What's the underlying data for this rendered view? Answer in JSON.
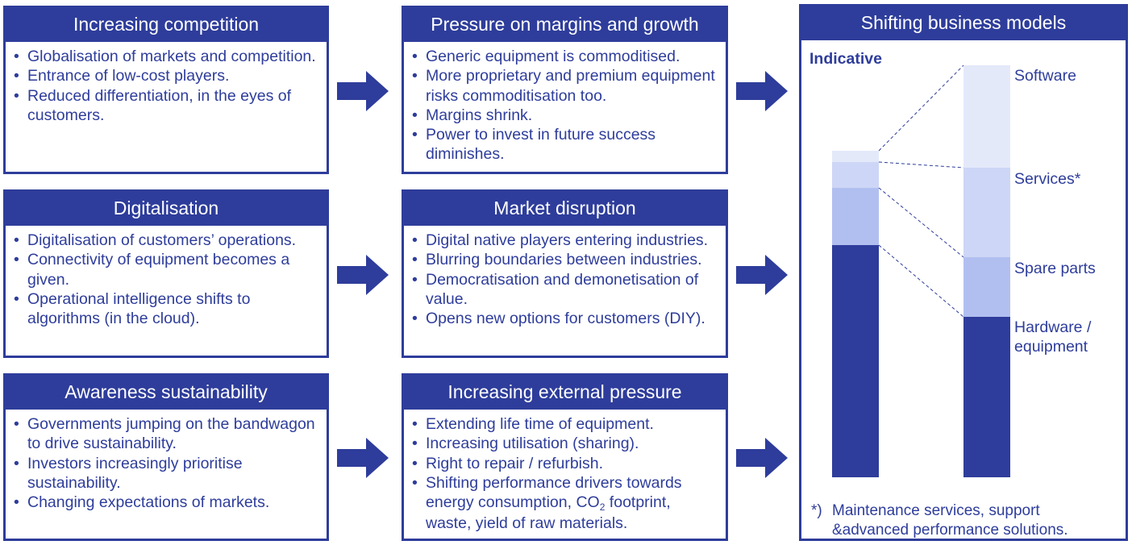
{
  "boxes": {
    "b1": {
      "title": "Increasing competition",
      "bullets": [
        "Globalisation of markets and competition.",
        "Entrance of low-cost players.",
        "Reduced differentiation, in the eyes of customers."
      ]
    },
    "b2": {
      "title": "Digitalisation",
      "bullets": [
        "Digitalisation of customers’ operations.",
        "Connectivity of equipment becomes a given.",
        "Operational intelligence shifts to algorithms (in the cloud)."
      ]
    },
    "b3": {
      "title": "Awareness sustainability",
      "bullets": [
        "Governments jumping on the bandwagon to drive sustainability.",
        "Investors increasingly prioritise sustainability.",
        "Changing expectations of markets."
      ]
    },
    "b4": {
      "title": "Pressure on margins and growth",
      "bullets": [
        "Generic equipment is commoditised.",
        "More proprietary and premium equipment risks commoditisation too.",
        "Margins shrink.",
        "Power to invest in future success diminishes."
      ]
    },
    "b5": {
      "title": "Market disruption",
      "bullets": [
        "Digital native players entering industries.",
        "Blurring boundaries between industries.",
        "Democratisation and demonetisation of value.",
        "Opens new options for customers (DIY)."
      ]
    },
    "b6": {
      "title": "Increasing external pressure",
      "bullets": [
        "Extending life time of equipment.",
        "Increasing utilisation (sharing).",
        "Right to repair / refurbish."
      ],
      "last_bullet": {
        "before": "Shifting performance drivers towards energy consumption, CO",
        "sub": "2",
        "after": " footprint, waste, yield of raw materials."
      }
    }
  },
  "business_models": {
    "title": "Shifting business models",
    "tag": "Indicative",
    "labels": {
      "software": "Software",
      "services": "Services*",
      "spare_parts": "Spare parts",
      "hardware_1": "Hardware /",
      "hardware_2": "equipment"
    },
    "footnote": {
      "marker": "*)",
      "line1": "Maintenance services, support",
      "line2": "&advanced performance solutions."
    }
  },
  "colors": {
    "primary": "#2e3d9b",
    "software": "#e4e9fa",
    "services": "#cdd6f6",
    "spare_parts": "#b1bff0",
    "hardware": "#2e3d9b"
  },
  "icons": [
    "right-arrow-icon"
  ]
}
